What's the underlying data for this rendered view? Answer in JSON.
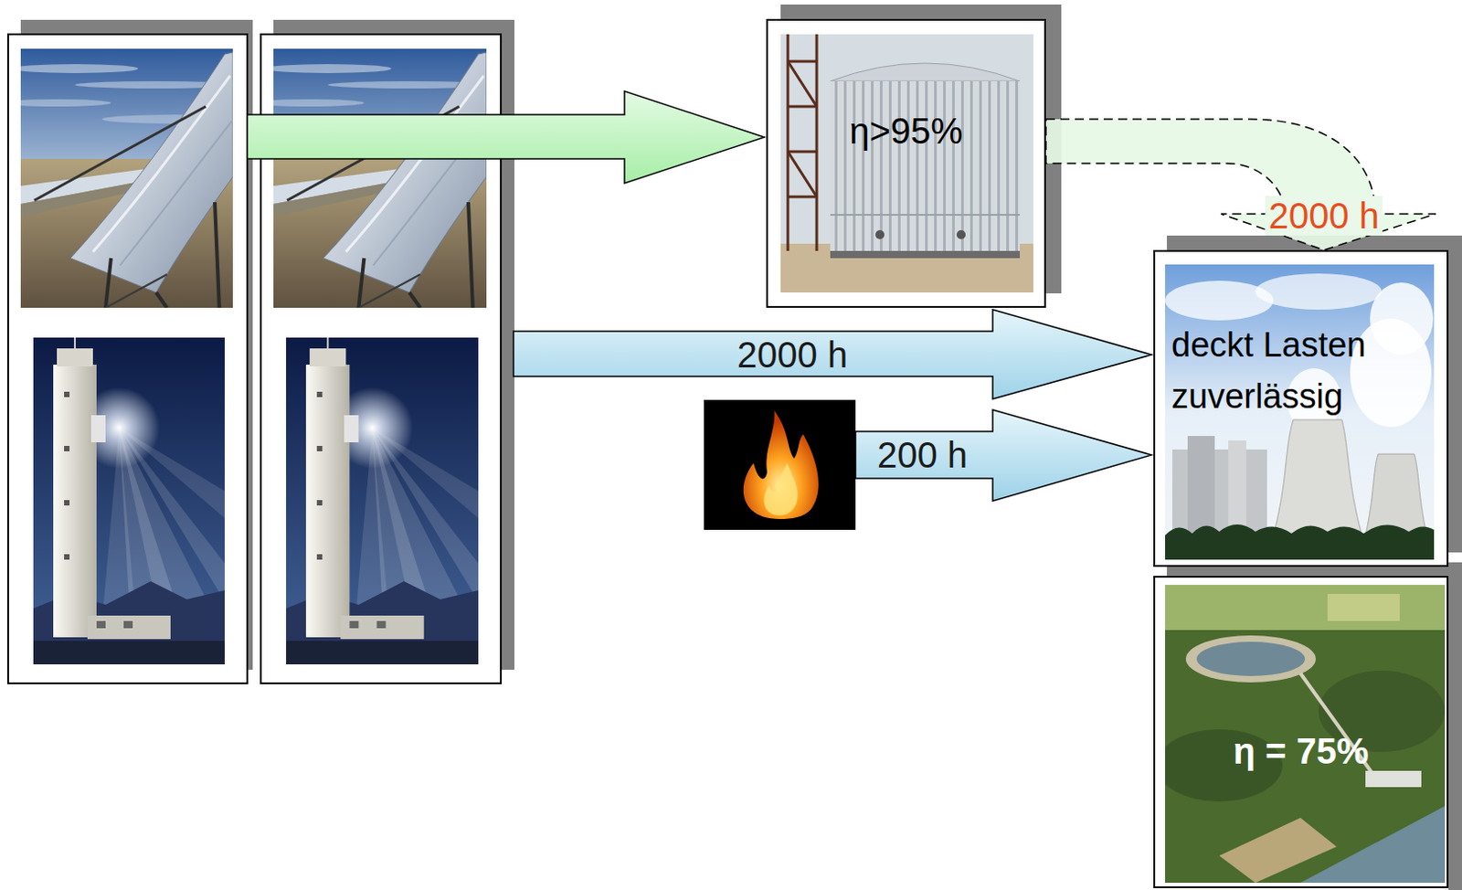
{
  "diagram": {
    "nodes": [
      {
        "text": [
          "η>95%"
        ]
      },
      {
        "text": [
          "deckt Lasten zuverlässig"
        ]
      },
      {
        "text": [
          "η = 75%"
        ]
      }
    ],
    "edges": [
      {
        "from": 0,
        "to": 1,
        "arrow": "to",
        "label": "2000 h"
      }
    ],
    "labels": [
      "2000 h",
      "200 h"
    ]
  }
}
